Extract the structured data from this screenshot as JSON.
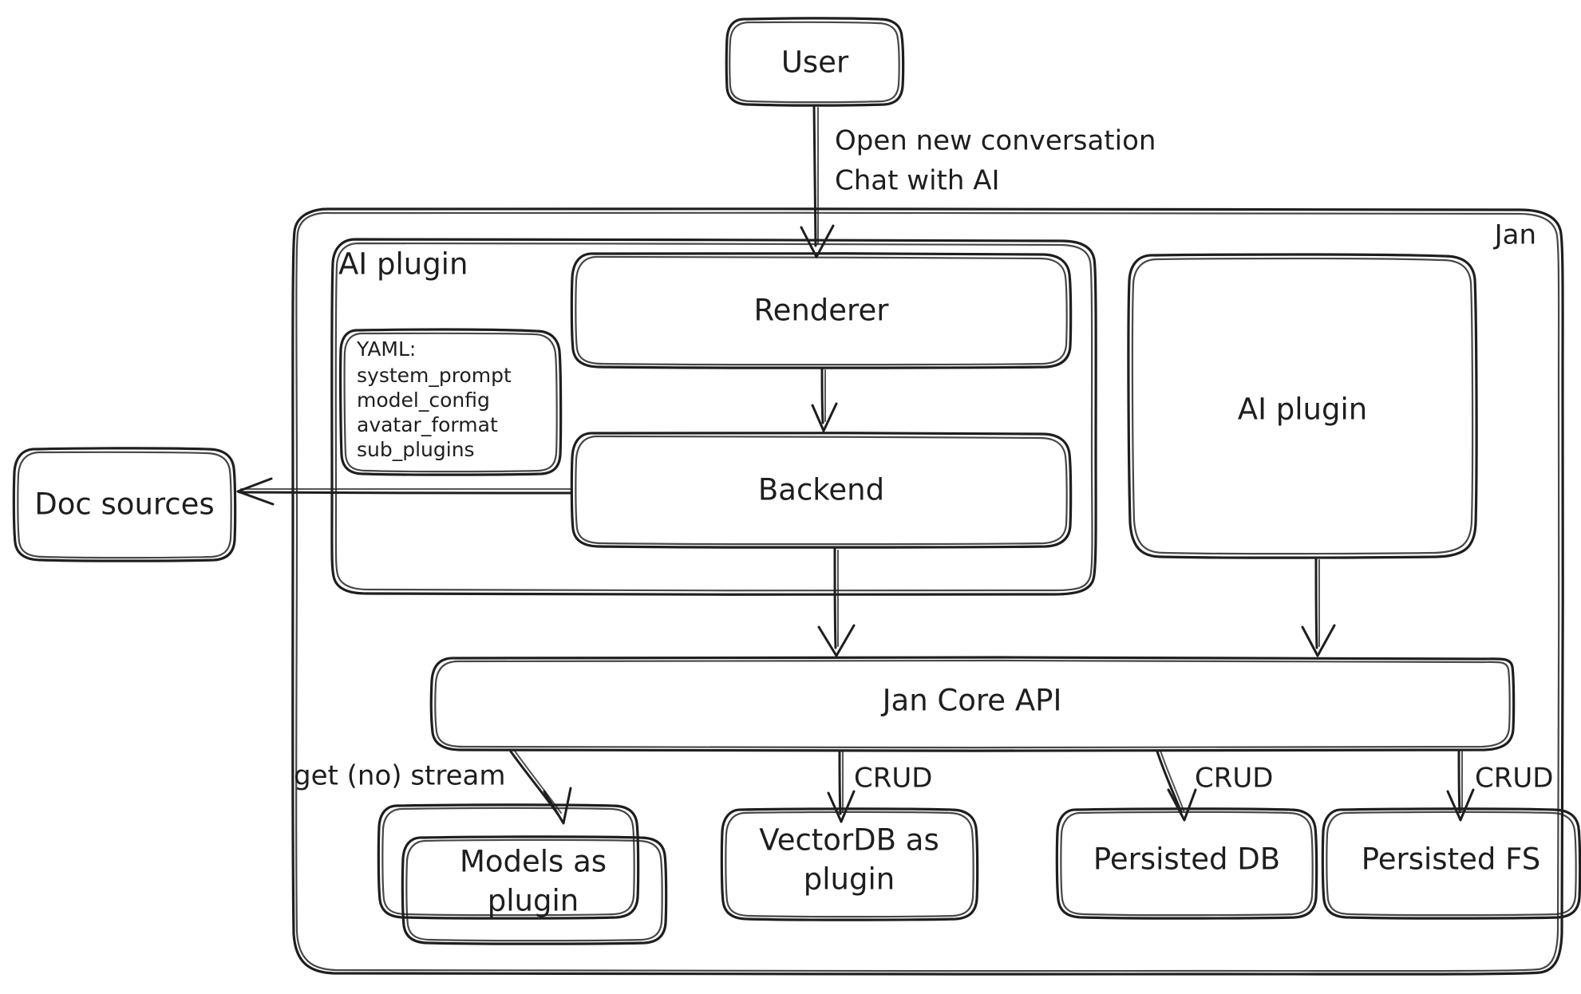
{
  "diagram": {
    "title": "Jan",
    "style": "hand-drawn",
    "stroke_color": "#1e1e1e",
    "background_color": "#ffffff",
    "containers": [
      {
        "id": "jan",
        "label": "Jan",
        "label_position": "top-right"
      },
      {
        "id": "ai_plugin_group",
        "label": "AI plugin",
        "label_position": "top-left"
      }
    ],
    "nodes": [
      {
        "id": "user",
        "label": "User"
      },
      {
        "id": "renderer",
        "label": "Renderer"
      },
      {
        "id": "backend",
        "label": "Backend"
      },
      {
        "id": "ai_plugin",
        "label": "AI plugin"
      },
      {
        "id": "doc_sources",
        "label": "Doc sources"
      },
      {
        "id": "jan_core_api",
        "label": "Jan Core API"
      },
      {
        "id": "models_as_plugin",
        "label_line1": "Models as",
        "label_line2": "plugin"
      },
      {
        "id": "vectordb_as_plugin",
        "label_line1": "VectorDB as",
        "label_line2": "plugin"
      },
      {
        "id": "persisted_db",
        "label": "Persisted DB"
      },
      {
        "id": "persisted_fs",
        "label": "Persisted FS"
      }
    ],
    "yaml_card": {
      "header": "YAML:",
      "keys": [
        "system_prompt",
        "model_config",
        "avatar_format",
        "sub_plugins"
      ]
    },
    "edges": [
      {
        "id": "user-renderer",
        "from": "user",
        "to": "renderer",
        "label_line1": "Open new conversation",
        "label_line2": "Chat with AI"
      },
      {
        "id": "renderer-backend",
        "from": "renderer",
        "to": "backend",
        "label": ""
      },
      {
        "id": "backend-doc-sources",
        "from": "backend",
        "to": "doc_sources",
        "label": ""
      },
      {
        "id": "backend-core",
        "from": "backend",
        "to": "jan_core_api",
        "label": ""
      },
      {
        "id": "aiplugin-core",
        "from": "ai_plugin",
        "to": "jan_core_api",
        "label": ""
      },
      {
        "id": "core-models",
        "from": "jan_core_api",
        "to": "models_as_plugin",
        "label": "get (no) stream"
      },
      {
        "id": "core-vectordb",
        "from": "jan_core_api",
        "to": "vectordb_as_plugin",
        "label": "CRUD"
      },
      {
        "id": "core-persisted-db",
        "from": "jan_core_api",
        "to": "persisted_db",
        "label": "CRUD"
      },
      {
        "id": "core-persisted-fs",
        "from": "jan_core_api",
        "to": "persisted_fs",
        "label": "CRUD"
      }
    ]
  }
}
